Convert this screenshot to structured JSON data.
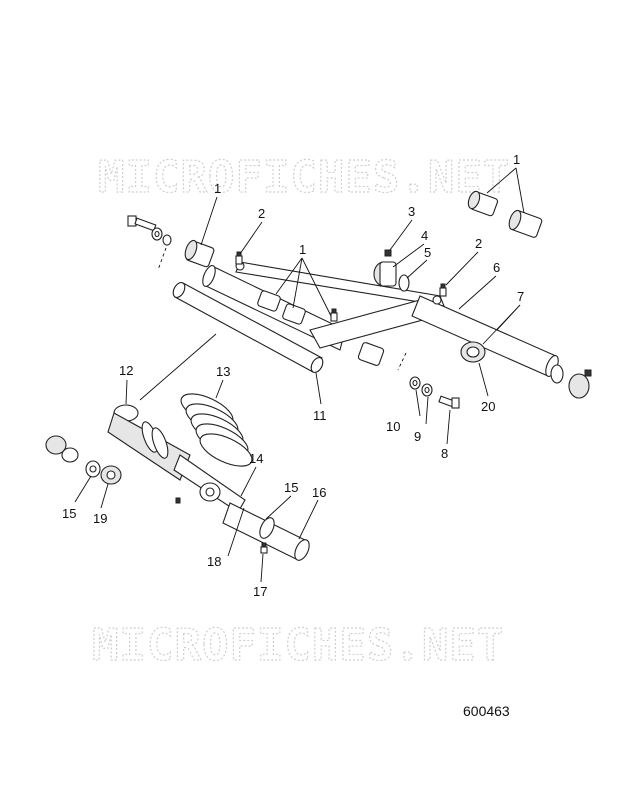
{
  "watermark": {
    "text": "MICROFICHES.NET"
  },
  "reference_number": "600463",
  "callouts": {
    "c1a": "1",
    "c1b": "1",
    "c1c": "1",
    "c2a": "2",
    "c2b": "2",
    "c3": "3",
    "c4": "4",
    "c5": "5",
    "c6": "6",
    "c7": "7",
    "c8": "8",
    "c9": "9",
    "c10": "10",
    "c11": "11",
    "c12": "12",
    "c13": "13",
    "c14": "14",
    "c15a": "15",
    "c15b": "15",
    "c16": "16",
    "c17": "17",
    "c18": "18",
    "c19": "19",
    "c20": "20"
  }
}
